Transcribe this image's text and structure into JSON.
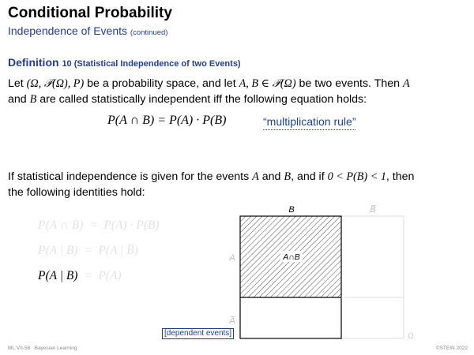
{
  "slide": {
    "title": "Conditional Probability",
    "subtitle": "Independence of Events",
    "subtitle_note": "(continued)"
  },
  "definition": {
    "label": "Definition",
    "subtitle": "10 (Statistical Independence of two Events)",
    "line1_a": "Let ",
    "line1_space": "(Ω, 𝒫(Ω), P)",
    "line1_b": " be a probability space, and let ",
    "line1_events": "A, B ∈ 𝒫(Ω)",
    "line1_c": " be two events. Then ",
    "line1_A": "A",
    "line2_a": "and ",
    "line2_B": "B",
    "line2_b": " are called statistically independent iff the following equation holds:",
    "formula": "P(A ∩ B) = P(A) · P(B)",
    "formula_label": "“multiplication rule”"
  },
  "statement": {
    "line1_a": "If statistical independence is given for the events ",
    "A": "A",
    "and": " and ",
    "B": "B",
    "line1_b": ", and if ",
    "condition": "0 < P(B) < 1",
    "line1_c": ", then",
    "line2": "the following identities hold:"
  },
  "identities": [
    {
      "lhs": "P(A ∩ B)",
      "eq": "=",
      "rhs": "P(A) · P(B)"
    },
    {
      "lhs": "P(A | B)",
      "eq": "=",
      "rhs": "P(A | B̅)"
    },
    {
      "lhs": "P(A | B)",
      "eq": "=",
      "rhs": "P(A)"
    }
  ],
  "diagram": {
    "label_B": "B",
    "label_Bbar": "B̅",
    "label_A": "A",
    "label_Abar": "A̅",
    "label_AB": "A∩B",
    "label_omega": "Ω",
    "dependent_label": "[dependent events]"
  },
  "footer": {
    "left_code": "ML:VII-56",
    "left_topic": "Bayesian Learning",
    "right": "©STEIN 2022"
  },
  "colors": {
    "accent": "#1f3f8f",
    "faded": "#e2e2e2"
  }
}
